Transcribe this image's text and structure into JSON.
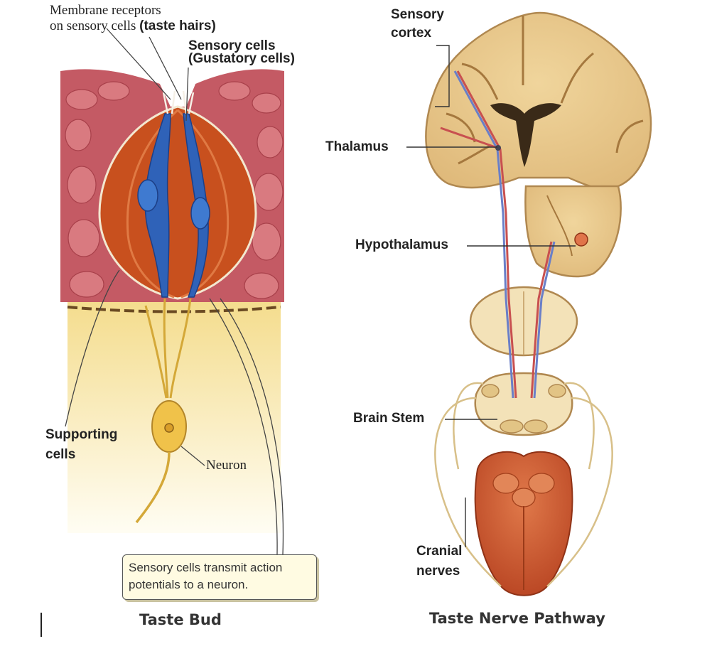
{
  "taste_bud": {
    "caption": "Taste Bud",
    "receptors_label_line1": "Membrane receptors",
    "receptors_label_line2_prefix": "on sensory cells ",
    "receptors_label_line2_bold": "(taste hairs)",
    "sensory_cells_line1": "Sensory cells",
    "sensory_cells_line2": "(Gustatory cells)",
    "supporting_cells_line1": "Supporting",
    "supporting_cells_line2": "cells",
    "neuron_label": "Neuron",
    "note_text": "Sensory cells transmit action potentials to a neuron."
  },
  "pathway": {
    "caption": "Taste Nerve Pathway",
    "sensory_cortex_line1": "Sensory",
    "sensory_cortex_line2": "cortex",
    "thalamus": "Thalamus",
    "hypothalamus": "Hypothalamus",
    "brain_stem": "Brain Stem",
    "cranial_nerves_line1": "Cranial",
    "cranial_nerves_line2": "nerves"
  },
  "colors": {
    "epithelium": "#c45a64",
    "supporting_cell": "#c8501e",
    "gustatory_cell": "#2f62b8",
    "neuron": "#f0c24a",
    "brain_tan": "#e8c98c",
    "brain_outline": "#b08850",
    "tongue": "#c8552e"
  }
}
